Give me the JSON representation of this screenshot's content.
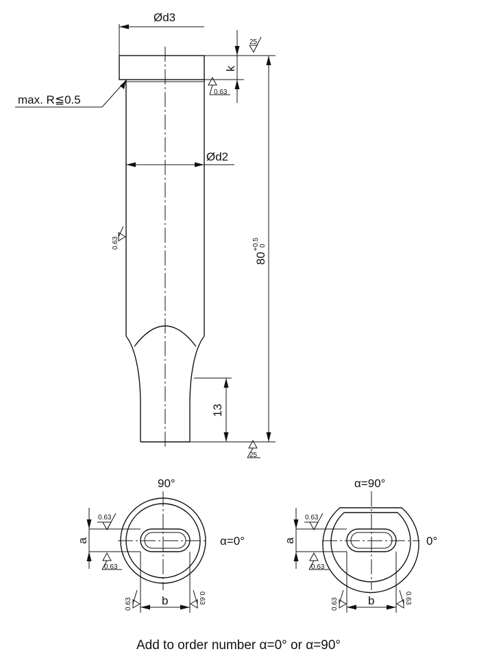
{
  "dimensions": {
    "head_diameter": "Ød3",
    "shank_diameter": "Ød2",
    "head_height": "k",
    "tip_length": "13",
    "total_length": "80",
    "total_length_tol_upper": "+0.5",
    "total_length_tol_lower": "0",
    "radius_note": "max. R≦0.5",
    "slot_width": "a",
    "slot_length": "b"
  },
  "surface_finish": {
    "rough": "25",
    "fine": "0.63"
  },
  "views": {
    "left": {
      "top_angle": "90°",
      "right_angle": "α=0°"
    },
    "right": {
      "top_angle": "α=90°",
      "right_angle": "0°"
    }
  },
  "footer_note": "Add to order number α=0° or α=90°"
}
